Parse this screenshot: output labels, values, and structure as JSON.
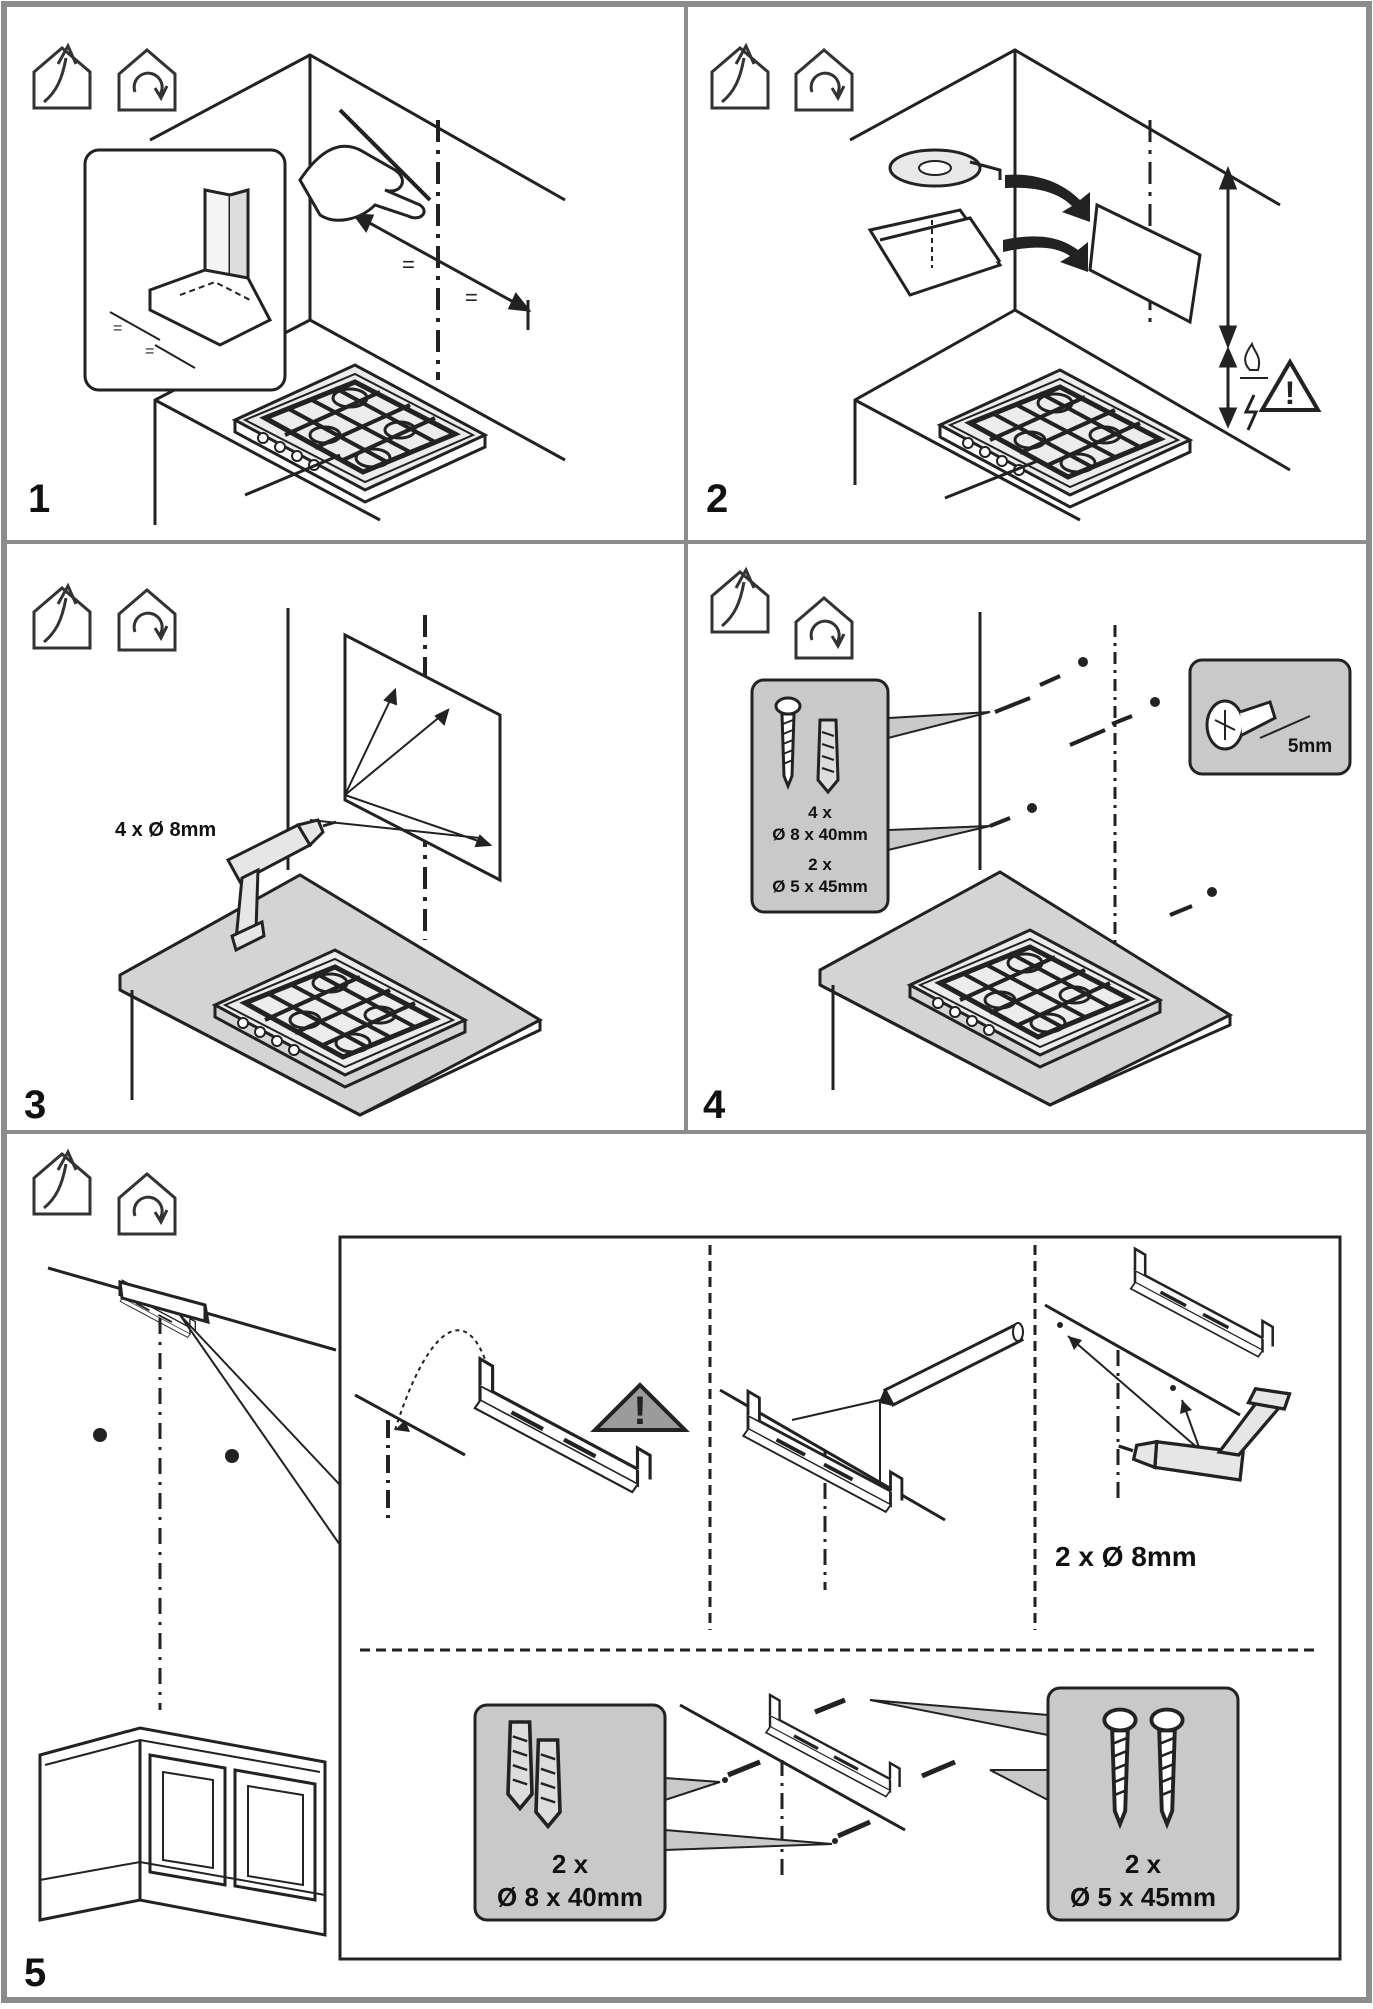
{
  "steps": [
    {
      "number": "1"
    },
    {
      "number": "2"
    },
    {
      "number": "3",
      "drill_label": "4 x Ø 8mm"
    },
    {
      "number": "4",
      "plugs_qty": "4 x",
      "plugs_size": "Ø 8 x 40mm",
      "screws_qty": "2 x",
      "screws_size": "Ø 5 x 45mm",
      "gap_label": "5mm"
    },
    {
      "number": "5",
      "drill_label": "2 x Ø 8mm",
      "plugs_qty": "2 x",
      "plugs_size": "Ø 8 x 40mm",
      "screws_qty": "2 x",
      "screws_size": "Ø 5 x 45mm"
    }
  ],
  "icons": [
    "ducted-exhaust-icon",
    "recirculation-icon",
    "warning-icon",
    "gas-flame-icon",
    "electric-shock-icon"
  ],
  "colors": {
    "frame": "#8c8c8c",
    "line": "#1a1a1a",
    "callout": "#c9c9c9",
    "counter": "#9a9a9a",
    "warning": "#9b9b9b"
  }
}
